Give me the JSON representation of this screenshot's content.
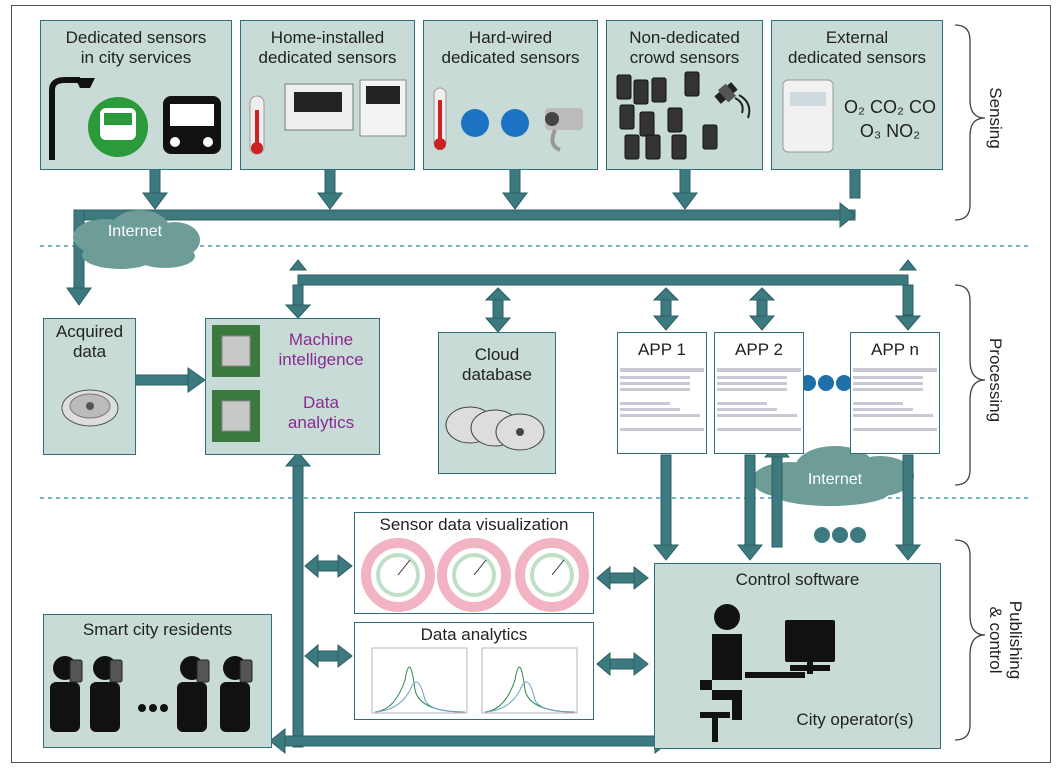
{
  "sensing": {
    "section_label": "Sensing",
    "boxes": [
      {
        "line1": "Dedicated sensors",
        "line2": "in city services"
      },
      {
        "line1": "Home-installed",
        "line2": "dedicated sensors"
      },
      {
        "line1": "Hard-wired",
        "line2": "dedicated sensors"
      },
      {
        "line1": "Non-dedicated",
        "line2": "crowd sensors"
      },
      {
        "line1": "External",
        "line2": "dedicated sensors"
      }
    ],
    "gases_line1": "O₂ CO₂ CO",
    "gases_line2": "O₃ NO₂",
    "internet_label": "Internet"
  },
  "processing": {
    "section_label": "Processing",
    "acquired_line1": "Acquired",
    "acquired_line2": "data",
    "mi_line1": "Machine",
    "mi_line2": "intelligence",
    "da_line1": "Data",
    "da_line2": "analytics",
    "cloud_line1": "Cloud",
    "cloud_line2": "database",
    "apps": [
      "APP 1",
      "APP 2",
      "APP n"
    ],
    "internet_label": "Internet"
  },
  "publishing": {
    "section_label_line1": "Publishing",
    "section_label_line2": "& control",
    "sensor_viz_title": "Sensor data visualization",
    "data_analytics_title": "Data analytics",
    "residents_title": "Smart city residents",
    "control_title": "Control software",
    "operator_label": "City operator(s)"
  },
  "colors": {
    "box_fill": "#c8dbd6",
    "arrow": "#3d7a80",
    "cloud": "#6d9d96",
    "purple_text": "#8a2c8f",
    "dots": "#1f6fa8"
  }
}
